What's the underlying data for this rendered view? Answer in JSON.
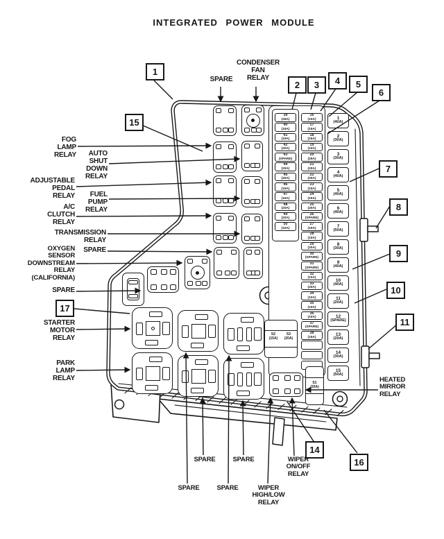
{
  "title": "INTEGRATED POWER MODULE",
  "callouts": {
    "c1": "1",
    "c2": "2",
    "c3": "3",
    "c4": "4",
    "c5": "5",
    "c6": "6",
    "c7": "7",
    "c8": "8",
    "c9": "9",
    "c10": "10",
    "c11": "11",
    "c14": "14",
    "c15": "15",
    "c16": "16",
    "c17": "17"
  },
  "labels": {
    "top_spare": "SPARE",
    "condenser_fan": "CONDENSER\nFAN\nRELAY",
    "fog_lamp": "FOG\nLAMP\nRELAY",
    "auto_shut_down": "AUTO\nSHUT\nDOWN\nRELAY",
    "adjustable_pedal": "ADJUSTABLE\nPEDAL\nRELAY",
    "fuel_pump": "FUEL\nPUMP\nRELAY",
    "ac_clutch": "A/C\nCLUTCH\nRELAY",
    "transmission": "TRANSMISSION\nRELAY",
    "spare_mid": "SPARE",
    "oxygen_sensor": "OXYGEN\nSENSOR\nDOWNSTREAM\nRELAY\n(CALIFORNIA)",
    "spare_low": "SPARE",
    "starter_motor": "STARTER\nMOTOR\nRELAY",
    "park_lamp": "PARK\nLAMP\nRELAY",
    "heated_mirror": "HEATED\nMIRROR\nRELAY",
    "spare_a1": "SPARE",
    "spare_a2": "SPARE",
    "wiper_on_off": "WIPER\nON/OFF\nRELAY",
    "spare_b1": "SPARE",
    "spare_b2": "SPARE",
    "wiper_high_low": "WIPER\nHIGH/LOW\nRELAY"
  },
  "fuses": {
    "large": [
      {
        "n": "1",
        "a": "(40A)"
      },
      {
        "n": "2",
        "a": "(30A)"
      },
      {
        "n": "3",
        "a": "(30A)"
      },
      {
        "n": "4",
        "a": "(40A)"
      },
      {
        "n": "5",
        "a": "(40A)"
      },
      {
        "n": "6",
        "a": "(40A)"
      },
      {
        "n": "7",
        "a": "(50A)"
      },
      {
        "n": "8",
        "a": "(30A)"
      },
      {
        "n": "9",
        "a": "(40A)"
      },
      {
        "n": "10",
        "a": "(40A)"
      },
      {
        "n": "11",
        "a": "(20A)"
      },
      {
        "n": "12",
        "a": "(SPARE)"
      },
      {
        "n": "13",
        "a": "(20A)"
      },
      {
        "n": "14",
        "a": "(30A)"
      },
      {
        "n": "15",
        "a": "(50A)"
      }
    ],
    "middle": [
      {
        "n": "16",
        "a": "(10A)"
      },
      {
        "n": "17",
        "a": "(15A)"
      },
      {
        "n": "18",
        "a": "(15A)"
      },
      {
        "n": "19",
        "a": "(10A)"
      },
      {
        "n": "20",
        "a": "(25A)"
      },
      {
        "n": "21",
        "a": "(20A)"
      },
      {
        "n": "22",
        "a": "(20A)"
      },
      {
        "n": "23",
        "a": "(15A)"
      },
      {
        "n": "24",
        "a": "(15A)"
      },
      {
        "n": "25",
        "a": "(20A)"
      },
      {
        "n": "26",
        "a": "(SPARE)"
      },
      {
        "n": "27",
        "a": "(15A)"
      },
      {
        "n": "28",
        "a": "(10A)"
      },
      {
        "n": "29",
        "a": "(20A)"
      },
      {
        "n": "30",
        "a": "(SPARE)"
      },
      {
        "n": "31",
        "a": "(SPARE)"
      },
      {
        "n": "32",
        "a": "(10A)"
      },
      {
        "n": "33",
        "a": "(20A)"
      },
      {
        "n": "34",
        "a": "(10A)"
      },
      {
        "n": "35",
        "a": "(10A)"
      },
      {
        "n": "36",
        "a": "(10A)"
      },
      {
        "n": "37",
        "a": "(SPARE)"
      },
      {
        "n": "38",
        "a": "(15A)"
      }
    ],
    "left": [
      {
        "n": "39",
        "a": "(25A)"
      },
      {
        "n": "40",
        "a": "(15A)"
      },
      {
        "n": "41",
        "a": "(15A)"
      },
      {
        "n": "42",
        "a": "(20A)"
      },
      {
        "n": "43",
        "a": "(SPARE)"
      },
      {
        "n": "44",
        "a": "(20A)"
      },
      {
        "n": "45",
        "a": "(20A)"
      },
      {
        "n": "46",
        "a": "(15A)"
      },
      {
        "n": "47",
        "a": "(15A)"
      },
      {
        "n": "48",
        "a": "(20A)"
      },
      {
        "n": "49",
        "a": "(20A)"
      },
      {
        "n": "50",
        "a": "(10A)"
      }
    ],
    "extras": {
      "f51": {
        "n": "51",
        "a": "(20A)"
      },
      "f52": {
        "n": "52",
        "a": "(15A)"
      },
      "f53": {
        "n": "53",
        "a": "(20A)"
      }
    }
  }
}
